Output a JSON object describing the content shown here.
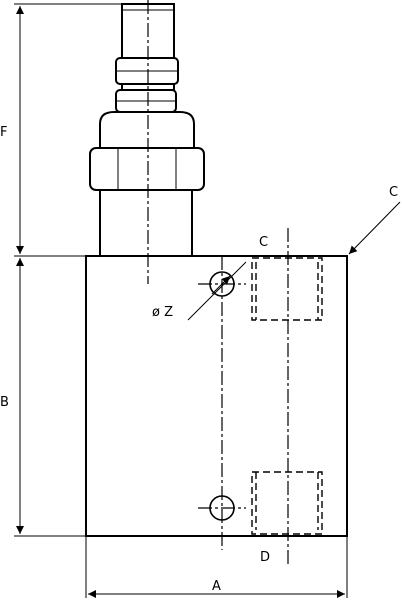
{
  "labels": {
    "dim_f": "F",
    "dim_b": "B",
    "dim_a": "A",
    "port_c_top": "C",
    "port_c_corner": "C",
    "port_d": "D",
    "hole_z": "ø Z"
  },
  "colors": {
    "line": "#000000",
    "background": "#ffffff"
  }
}
